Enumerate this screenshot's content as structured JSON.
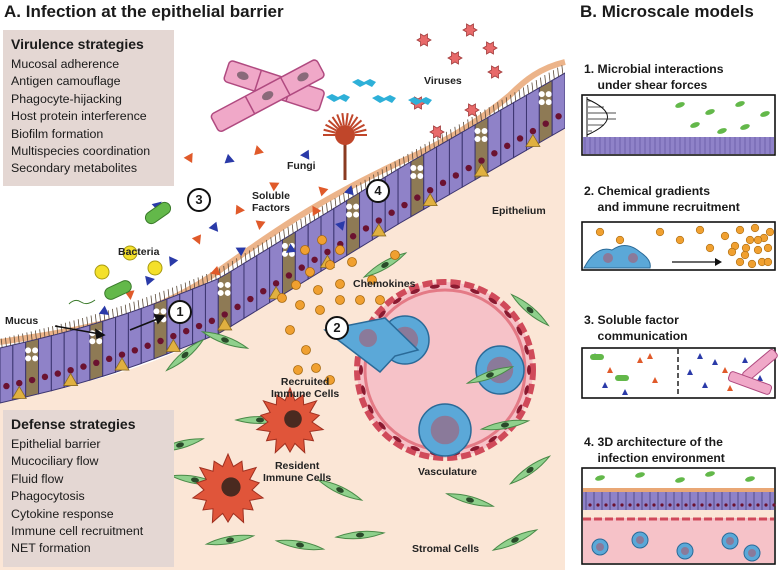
{
  "panel_a": {
    "title": "A. Infection at the epithelial barrier",
    "virulence": {
      "heading": "Virulence strategies",
      "items": [
        "Mucosal adherence",
        "Antigen camouflage",
        "Phagocyte-hijacking",
        "Host protein interference",
        "Biofilm formation",
        "Multispecies coordination",
        "Secondary metabolites"
      ]
    },
    "defense": {
      "heading": "Defense strategies",
      "items": [
        "Epithelial barrier",
        "Mucociliary flow",
        "Fluid flow",
        "Phagocytosis",
        "Cytokine response",
        "Immune cell recruitment",
        "NET formation"
      ]
    },
    "labels": {
      "viruses": "Viruses",
      "fungi": "Fungi",
      "soluble_factors": "Soluble\nFactors",
      "bacteria": "Bacteria",
      "epithelium": "Epithelium",
      "chemokines": "Chemokines",
      "mucus": "Mucus",
      "recruited": "Recruited\nImmune Cells",
      "resident": "Resident\nImmune Cells",
      "vasculature": "Vasculature",
      "stromal": "Stromal Cells"
    },
    "numbers": [
      "1",
      "2",
      "3",
      "4"
    ]
  },
  "panel_b": {
    "title": "B. Microscale models",
    "models": [
      {
        "label": "1. Microbial interactions\n    under shear forces"
      },
      {
        "label": "2. Chemical gradients\n    and immune recruitment"
      },
      {
        "label": "3. Soluble factor\n    communication"
      },
      {
        "label": "4. 3D architecture of the\n    infection environment"
      }
    ]
  },
  "colors": {
    "tissue": "#fbe6d6",
    "epithelial_cell": "#8f82c8",
    "goblet_cell": "#8e7a55",
    "nucleus": "#6b1230",
    "mucus": "#e9a775",
    "chemokine": "#f0a030",
    "vessel": "#f6c2c8",
    "immune_blue": "#5ba8d8",
    "resident_immune": "#e0553a",
    "stromal": "#8fd08c",
    "bacteria": "#63b84a",
    "virus": "#e86a6a",
    "fungi": "#f0a8c8",
    "box": "#e4d7d3"
  }
}
